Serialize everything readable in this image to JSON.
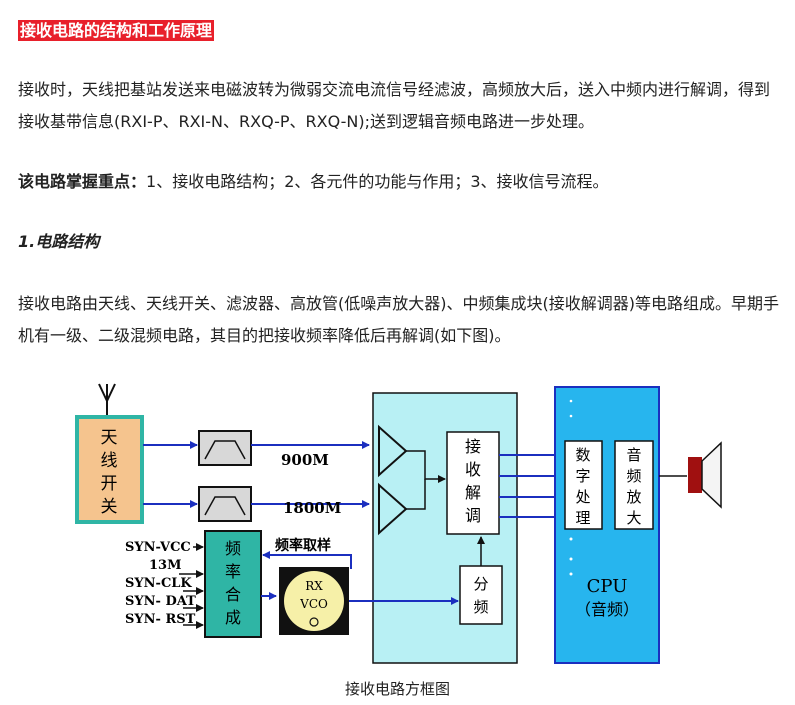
{
  "title": "接收电路的结构和工作原理",
  "paragraph1": "接收时，天线把基站发送来电磁波转为微弱交流电流信号经滤波，高频放大后，送入中频内进行解调，得到接收基带信息(RXI-P、RXI-N、RXQ-P、RXQ-N);送到逻辑音频电路进一步处理。",
  "key_points": {
    "label": "该电路掌握重点：",
    "text": "1、接收电路结构；2、各元件的功能与作用；3、接收信号流程。"
  },
  "section_heading": "1.电路结构",
  "paragraph3": "接收电路由天线、天线开关、滤波器、高放管(低噪声放大器)、中频集成块(接收解调器)等电路组成。早期手机有一级、二级混频电路，其目的把接收频率降低后再解调(如下图)。",
  "diagram": {
    "antenna_switch_chars": [
      "天",
      "线",
      "开",
      "关"
    ],
    "band_900": "900M",
    "band_1800": "1800M",
    "synth_chars": [
      "频",
      "率",
      "合",
      "成"
    ],
    "sample_label": "频率取样",
    "syn_inputs": [
      "SYN-VCC",
      "13M",
      "SYN-CLK",
      "SYN- DAT",
      "SYN- RST"
    ],
    "vco_lines": [
      "RX",
      "VCO"
    ],
    "demod_chars": [
      "接",
      "收",
      "解",
      "调"
    ],
    "divider_chars": [
      "分",
      "频"
    ],
    "digital_chars": [
      "数",
      "字",
      "处",
      "理"
    ],
    "audio_amp_chars": [
      "音",
      "频",
      "放",
      "大"
    ],
    "cpu_label": "CPU",
    "cpu_sublabel": "（音频）",
    "colors": {
      "teal": "#2fb5a5",
      "orange": "#f5c48e",
      "cyan": "#b8f0f4",
      "cpu_blue": "#27b5ee",
      "arrow": "#1b2fbf",
      "speaker": "#a01010"
    }
  },
  "caption": "接收电路方框图"
}
